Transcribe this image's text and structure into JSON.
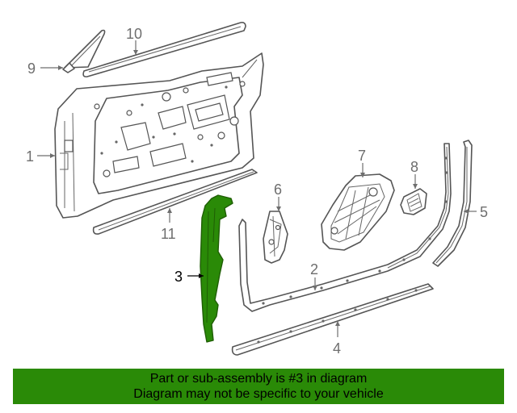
{
  "diagram": {
    "callouts": [
      {
        "id": "1",
        "label": "1"
      },
      {
        "id": "2",
        "label": "2"
      },
      {
        "id": "3",
        "label": "3"
      },
      {
        "id": "4",
        "label": "4"
      },
      {
        "id": "5",
        "label": "5"
      },
      {
        "id": "6",
        "label": "6"
      },
      {
        "id": "7",
        "label": "7"
      },
      {
        "id": "8",
        "label": "8"
      },
      {
        "id": "9",
        "label": "9"
      },
      {
        "id": "10",
        "label": "10"
      },
      {
        "id": "11",
        "label": "11"
      }
    ],
    "highlighted_part": "3",
    "colors": {
      "highlight": "#2a8a07",
      "banner": "#2a8a07",
      "line": "#555555",
      "label": "#6e6e6e"
    }
  },
  "banner": {
    "line1": "Part or sub-assembly is #3 in diagram",
    "line2": "Diagram may not be specific to your vehicle"
  }
}
